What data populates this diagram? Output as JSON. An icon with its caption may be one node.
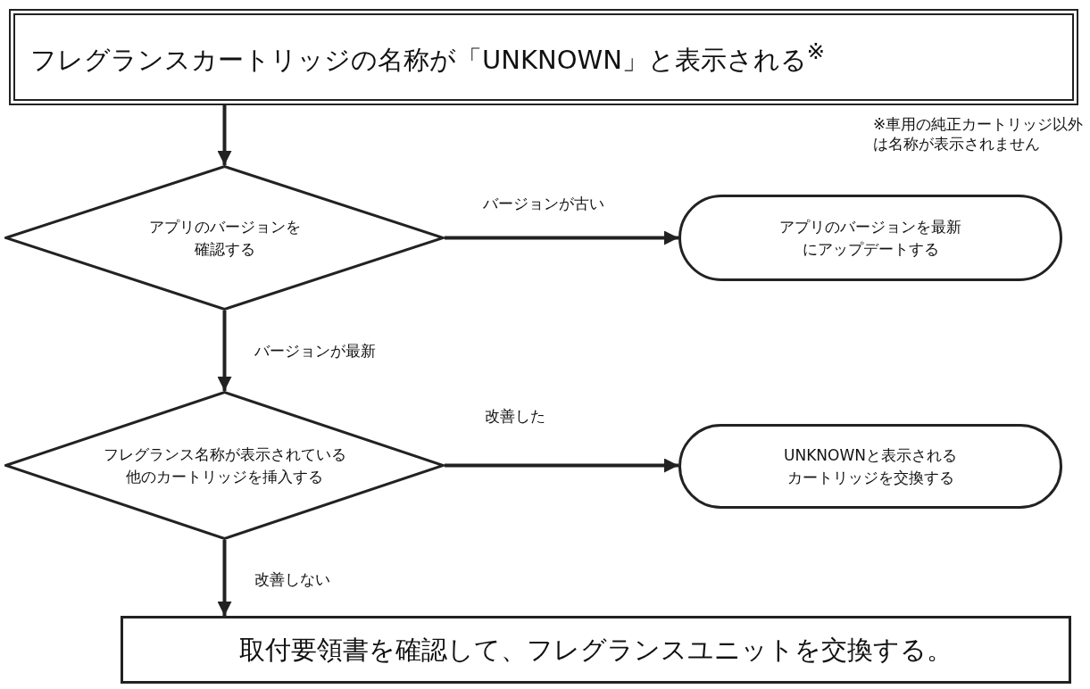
{
  "diagram": {
    "nodes": [
      {
        "text": [
          "フレグランスカートリッジの名称が「UNKNOWN」と表示される$^{※}$"
        ]
      },
      {
        "text": [
          "アプリのバージョンを確認する"
        ]
      },
      {
        "text": [
          "アプリのバージョンを最新にアップデートする"
        ]
      },
      {
        "text": [
          "フレグランス名称が表示されている他のカートリッジを挿入する"
        ]
      },
      {
        "text": [
          "UNKNOWNと表示されるカートリッジを交換する"
        ]
      },
      {
        "text": [
          "取付要領書を確認して、フレグランスユニットを交換する。"
        ]
      }
    ],
    "edges": [
      {
        "from": 0,
        "to": 1,
        "arrow": "to"
      },
      {
        "from": 1,
        "to": 2,
        "arrow": "to",
        "label": "バージョンが古い"
      },
      {
        "from": 1,
        "to": 3,
        "arrow": "to",
        "label": "バージョンが最新"
      },
      {
        "from": 3,
        "to": 4,
        "arrow": "to",
        "label": "改善した"
      },
      {
        "from": 3,
        "to": 5,
        "arrow": "to",
        "label": "改善しない"
      }
    ],
    "labels": [
      "※車用の純正カートリッジ以外は名称が表示されません"
    ]
  }
}
